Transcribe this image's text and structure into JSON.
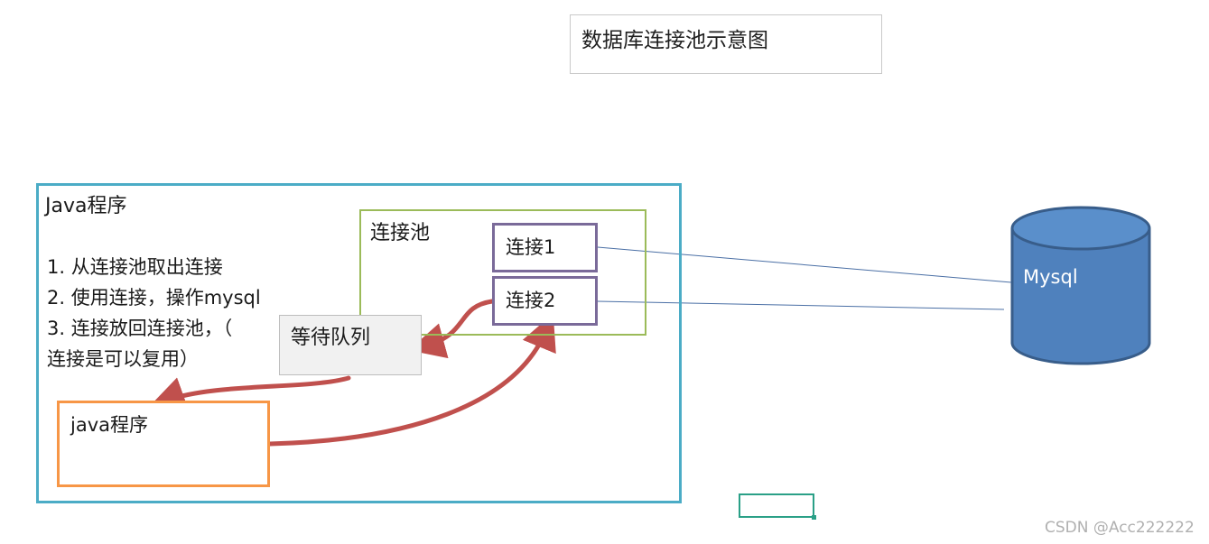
{
  "diagram_title": "数据库连接池示意图",
  "java_app": {
    "title": "Java程序",
    "steps": [
      "1. 从连接池取出连接",
      "2. 使用连接，操作mysql",
      "3. 连接放回连接池，（",
      "连接是可以复用）"
    ]
  },
  "pool": {
    "title": "连接池",
    "connections": [
      "连接1",
      "连接2"
    ]
  },
  "wait_queue": "等待队列",
  "client": "java程序",
  "database": "Mysql",
  "watermark": "CSDN @Acc222222",
  "colors": {
    "outer_border": "#4bacc6",
    "pool_border": "#9bbb59",
    "connection_border": "#7a6a99",
    "client_border": "#f79646",
    "arrow": "#c0504d",
    "database_fill": "#4f81bd",
    "database_stroke": "#385d8a",
    "line": "#4a6fa5",
    "selection": "#2aa087"
  }
}
